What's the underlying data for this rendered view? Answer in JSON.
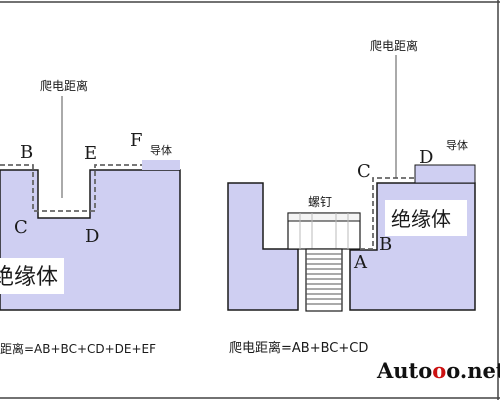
{
  "colors": {
    "insulator": "#cfcff2",
    "outline": "#1a1a1a",
    "path": "#666666",
    "accent_o": "#cc1111"
  },
  "left": {
    "creepage_label": "爬电距离",
    "conductor_label": "导体",
    "insulator_label": "绝缘体",
    "points": {
      "B": "B",
      "C": "C",
      "D": "D",
      "E": "E",
      "F": "F"
    },
    "formula": "距离=AB+BC+CD+DE+EF"
  },
  "right": {
    "creepage_label": "爬电距离",
    "conductor_label": "导体",
    "screw_label": "螺钉",
    "insulator_label": "绝缘体",
    "points": {
      "A": "A",
      "B": "B",
      "C": "C",
      "D": "D"
    },
    "formula": "爬电距离=AB+BC+CD"
  },
  "watermark": {
    "prefix": "Auto",
    "middle": "o",
    "suffix": "o.net"
  }
}
